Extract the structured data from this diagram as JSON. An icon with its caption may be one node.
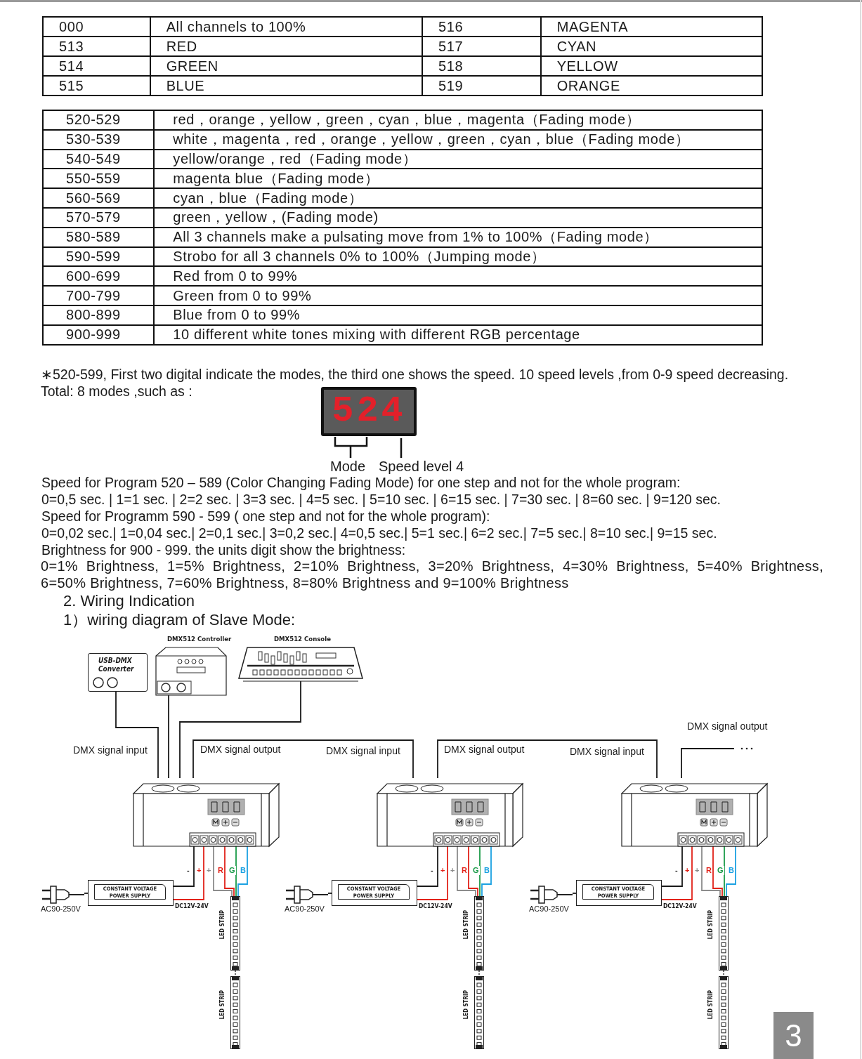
{
  "diagram": {
    "nodes": [
      {
        "text": [
          "USB-DMX Converter"
        ]
      },
      {
        "text": [
          "DMX512 Controller"
        ]
      },
      {
        "text": [
          "DMX512 Console"
        ]
      },
      {
        "text": [],
        "shape": "box"
      },
      {
        "text": [],
        "shape": "box"
      },
      {
        "text": [],
        "shape": "box"
      },
      {
        "text": [],
        "shape": "picture",
        "beside": [
          "AC90-250V"
        ]
      },
      {
        "text": [],
        "shape": "picture",
        "beside": [
          "AC90-250V"
        ]
      },
      {
        "text": [],
        "shape": "picture",
        "beside": [
          "AC90-250V"
        ]
      },
      {
        "text": [
          "CONSTANT VOLTAGE POWER SUPPLY"
        ]
      },
      {
        "text": [
          "CONSTANT VOLTAGE POWER SUPPLY"
        ]
      },
      {
        "text": [
          "CONSTANT VOLTAGE POWER SUPPLY"
        ]
      },
      {
        "text": [
          "LED STRIP"
        ]
      },
      {
        "text": [
          "LED STRIP"
        ]
      },
      {
        "text": [
          "LED STRIP"
        ]
      },
      {
        "text": [
          "LED STRIP"
        ]
      },
      {
        "text": [
          "LED STRIP"
        ]
      },
      {
        "text": [
          "LED STRIP"
        ]
      }
    ],
    "edges": [
      {
        "from": 0,
        "to": 3,
        "arrow": "none"
      },
      {
        "from": 1,
        "to": 3,
        "arrow": "none"
      },
      {
        "from": 2,
        "to": 3,
        "arrow": "none"
      },
      {
        "from": 3,
        "to": 4,
        "arrow": "none"
      },
      {
        "from": 4,
        "to": 5,
        "arrow": "none"
      },
      {
        "from": 5,
        "to": null,
        "arrow": "none"
      },
      {
        "from": 6,
        "to": 9,
        "arrow": "none"
      },
      {
        "from": 9,
        "to": 3,
        "arrow": "none",
        "label": "-"
      },
      {
        "from": 9,
        "to": 3,
        "arrow": "none",
        "label": "+",
        "color": "#e2231a"
      },
      {
        "from": 3,
        "to": 12,
        "arrow": "none",
        "label": "+",
        "color": "#8c8c8c"
      },
      {
        "from": 3,
        "to": 12,
        "arrow": "none",
        "label": "R",
        "color": "#e2231a"
      },
      {
        "from": 3,
        "to": 12,
        "arrow": "none",
        "label": "G",
        "color": "#1a9b48"
      },
      {
        "from": 3,
        "to": 12,
        "arrow": "none",
        "label": "B",
        "color": "#1ba1e2"
      },
      {
        "from": 12,
        "to": 15,
        "arrow": "none",
        "style": "dashed"
      },
      {
        "from": 7,
        "to": 10,
        "arrow": "none"
      },
      {
        "from": 10,
        "to": 4,
        "arrow": "none",
        "label": "-"
      },
      {
        "from": 10,
        "to": 4,
        "arrow": "none",
        "label": "+",
        "color": "#e2231a"
      },
      {
        "from": 4,
        "to": 13,
        "arrow": "none",
        "label": "+",
        "color": "#8c8c8c"
      },
      {
        "from": 4,
        "to": 13,
        "arrow": "none",
        "label": "R",
        "color": "#e2231a"
      },
      {
        "from": 4,
        "to": 13,
        "arrow": "none",
        "label": "G",
        "color": "#1a9b48"
      },
      {
        "from": 4,
        "to": 13,
        "arrow": "none",
        "label": "B",
        "color": "#1ba1e2"
      },
      {
        "from": 13,
        "to": 16,
        "arrow": "none",
        "style": "dashed"
      },
      {
        "from": 8,
        "to": 11,
        "arrow": "none"
      },
      {
        "from": 11,
        "to": 5,
        "arrow": "none",
        "label": "-"
      },
      {
        "from": 11,
        "to": 5,
        "arrow": "none",
        "label": "+",
        "color": "#e2231a"
      },
      {
        "from": 5,
        "to": 14,
        "arrow": "none",
        "label": "+",
        "color": "#8c8c8c"
      },
      {
        "from": 5,
        "to": 14,
        "arrow": "none",
        "label": "R",
        "color": "#e2231a"
      },
      {
        "from": 5,
        "to": 14,
        "arrow": "none",
        "label": "G",
        "color": "#1a9b48"
      },
      {
        "from": 5,
        "to": 14,
        "arrow": "none",
        "label": "B",
        "color": "#1ba1e2"
      },
      {
        "from": 14,
        "to": 17,
        "arrow": "none",
        "style": "dashed"
      }
    ],
    "labels": [
      "000",
      "All channels to 100%",
      "516",
      "MAGENTA",
      "513",
      "RED",
      "517",
      "CYAN",
      "514",
      "GREEN",
      "518",
      "YELLOW",
      "515",
      "BLUE",
      "519",
      "ORANGE",
      "520-529",
      "red，orange，yellow，green，cyan，blue，magenta（Fading mode）",
      "530-539",
      "white，magenta，red，orange，yellow，green，cyan，blue（Fading mode）",
      "540-549",
      "yellow/orange，red（Fading mode）",
      "550-559",
      "magenta blue（Fading mode）",
      "560-569",
      "cyan，blue（Fading mode）",
      "570-579",
      "green，yellow，(Fading mode)",
      "580-589",
      "All 3 channels make a pulsating move from 1% to 100%（Fading mode）",
      "590-599",
      "Strobo for all 3 channels 0% to 100%（Jumping mode）",
      "600-699",
      "Red from 0 to 99%",
      "700-799",
      "Green from 0 to 99%",
      "800-899",
      "Blue from 0 to 99%",
      "900-999",
      "10 different white tones mixing with different RGB percentage",
      "∗520-599, First two digital indicate the modes, the third one shows the speed. 10 speed levels ,from 0-9 speed decreasing. Total: 8 modes ,such as :",
      "524",
      "Mode",
      "Speed level 4",
      "Speed for Program 520 – 589 (Color Changing Fading Mode) for one step and not for the whole program:",
      "0=0,5 sec. | 1=1 sec. | 2=2 sec. | 3=3 sec. | 4=5 sec. | 5=10 sec. | 6=15 sec. | 7=30 sec. | 8=60 sec. | 9=120 sec.",
      "Speed for Programm 590 - 599 ( one step and not for the whole program):",
      "0=0,02 sec.| 1=0,04 sec.| 2=0,1 sec.| 3=0,2 sec.| 4=0,5 sec.| 5=1 sec.| 6=2 sec.| 7=5 sec.| 8=10 sec.| 9=15 sec.",
      "Brightness for 900 - 999. the units digit show the brightness:",
      "0=1% Brightness, 1=5% Brightness, 2=10% Brightness, 3=20% Brightness, 4=30% Brightness, 5=40% Brightness, 6=50% Brightness, 7=60% Brightness, 8=80% Brightness and 9=100% Brightness",
      "2. Wiring Indication",
      "1）wiring diagram of Slave Mode:",
      "DMX signal input",
      "DMX signal output",
      "DMX signal input",
      "DMX signal output",
      "DMX signal input",
      "DMX signal output",
      "DC12V-24V",
      "DC12V-24V",
      "DC12V-24V",
      "3"
    ]
  }
}
